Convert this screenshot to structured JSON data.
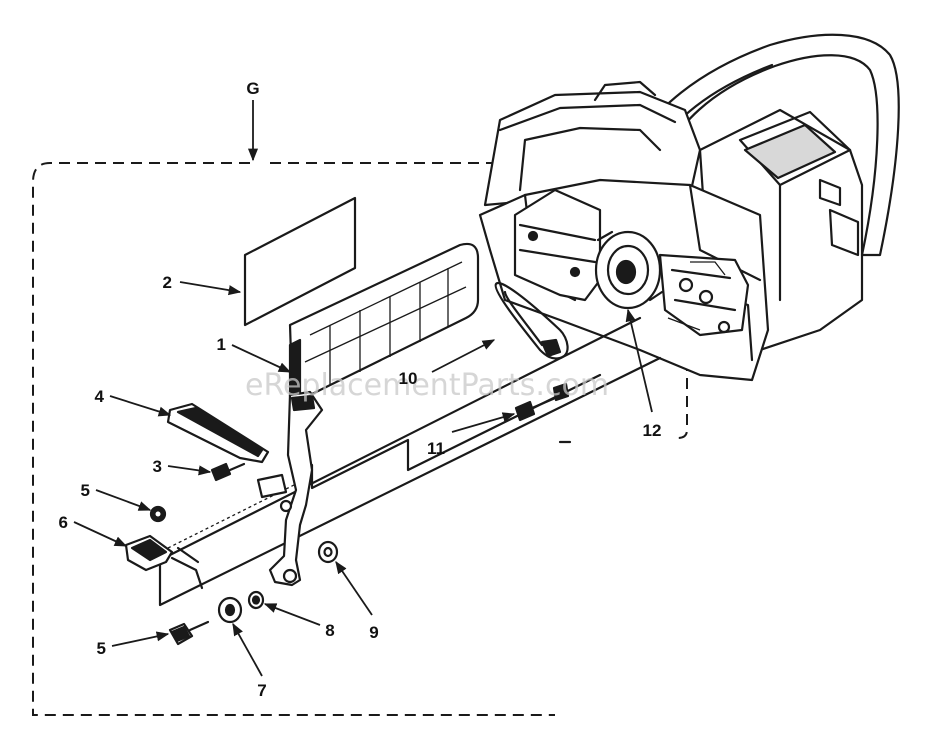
{
  "view_label": "G",
  "watermark": "eReplacementParts.com",
  "callouts": {
    "c1": "1",
    "c2": "2",
    "c3": "3",
    "c4": "4",
    "c5a": "5",
    "c5b": "5",
    "c6": "6",
    "c7": "7",
    "c8": "8",
    "c9": "9",
    "c10": "10",
    "c11": "11",
    "c12": "12"
  }
}
